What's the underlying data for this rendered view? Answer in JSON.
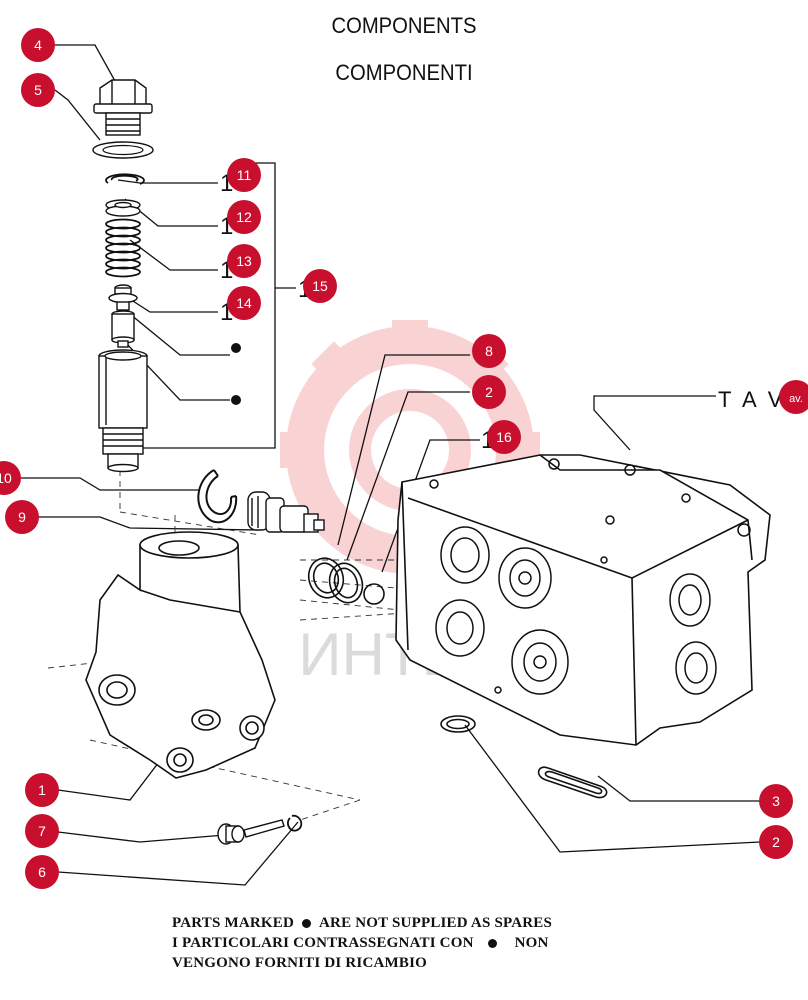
{
  "titles": {
    "line1": "COMPONENTS",
    "line2": "COMPONENTI"
  },
  "callouts": [
    {
      "label": "4"
    },
    {
      "label": "5"
    },
    {
      "label": "11"
    },
    {
      "label": "12"
    },
    {
      "label": "13"
    },
    {
      "label": "14"
    },
    {
      "label": "15"
    },
    {
      "label": "8"
    },
    {
      "label": "2"
    },
    {
      "label": "16"
    },
    {
      "label": "av."
    },
    {
      "label": "10"
    },
    {
      "label": "9"
    },
    {
      "label": "1"
    },
    {
      "label": "7"
    },
    {
      "label": "6"
    },
    {
      "label": "3"
    },
    {
      "label": "2"
    }
  ],
  "prefixes": {
    "one_11": "1",
    "one_12": "1",
    "one_13": "1",
    "one_14": "1",
    "one_15": "1",
    "one_16": "1",
    "tav": "T  A  V"
  },
  "watermark": {
    "text": "ИНТЕХ",
    "color": "#e8383d"
  },
  "footer": {
    "line1_before": "PARTS MARKED",
    "line1_after": "ARE NOT SUPPLIED AS SPARES",
    "line2_before": "I PARTICOLARI CONTRASSEGNATI CON",
    "line2_after": "NON",
    "line3": "VENGONO FORNITI DI RICAMBIO"
  },
  "colors": {
    "callout": "#c8102e",
    "line": "#111111"
  }
}
